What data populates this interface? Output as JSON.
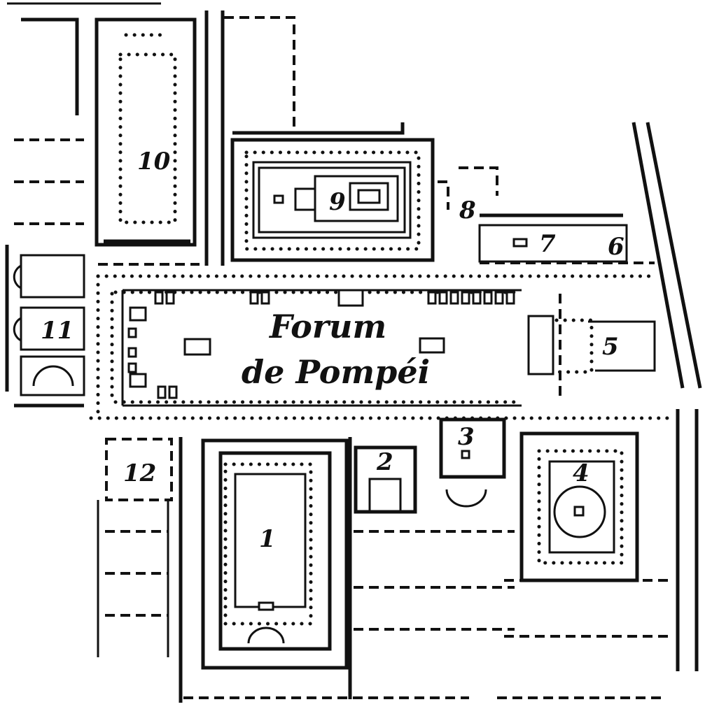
{
  "map": {
    "title_line1": "Forum",
    "title_line2": "de Pompéi",
    "labels": [
      "1",
      "2",
      "3",
      "4",
      "5",
      "6",
      "7",
      "8",
      "9",
      "10",
      "11",
      "12"
    ]
  }
}
